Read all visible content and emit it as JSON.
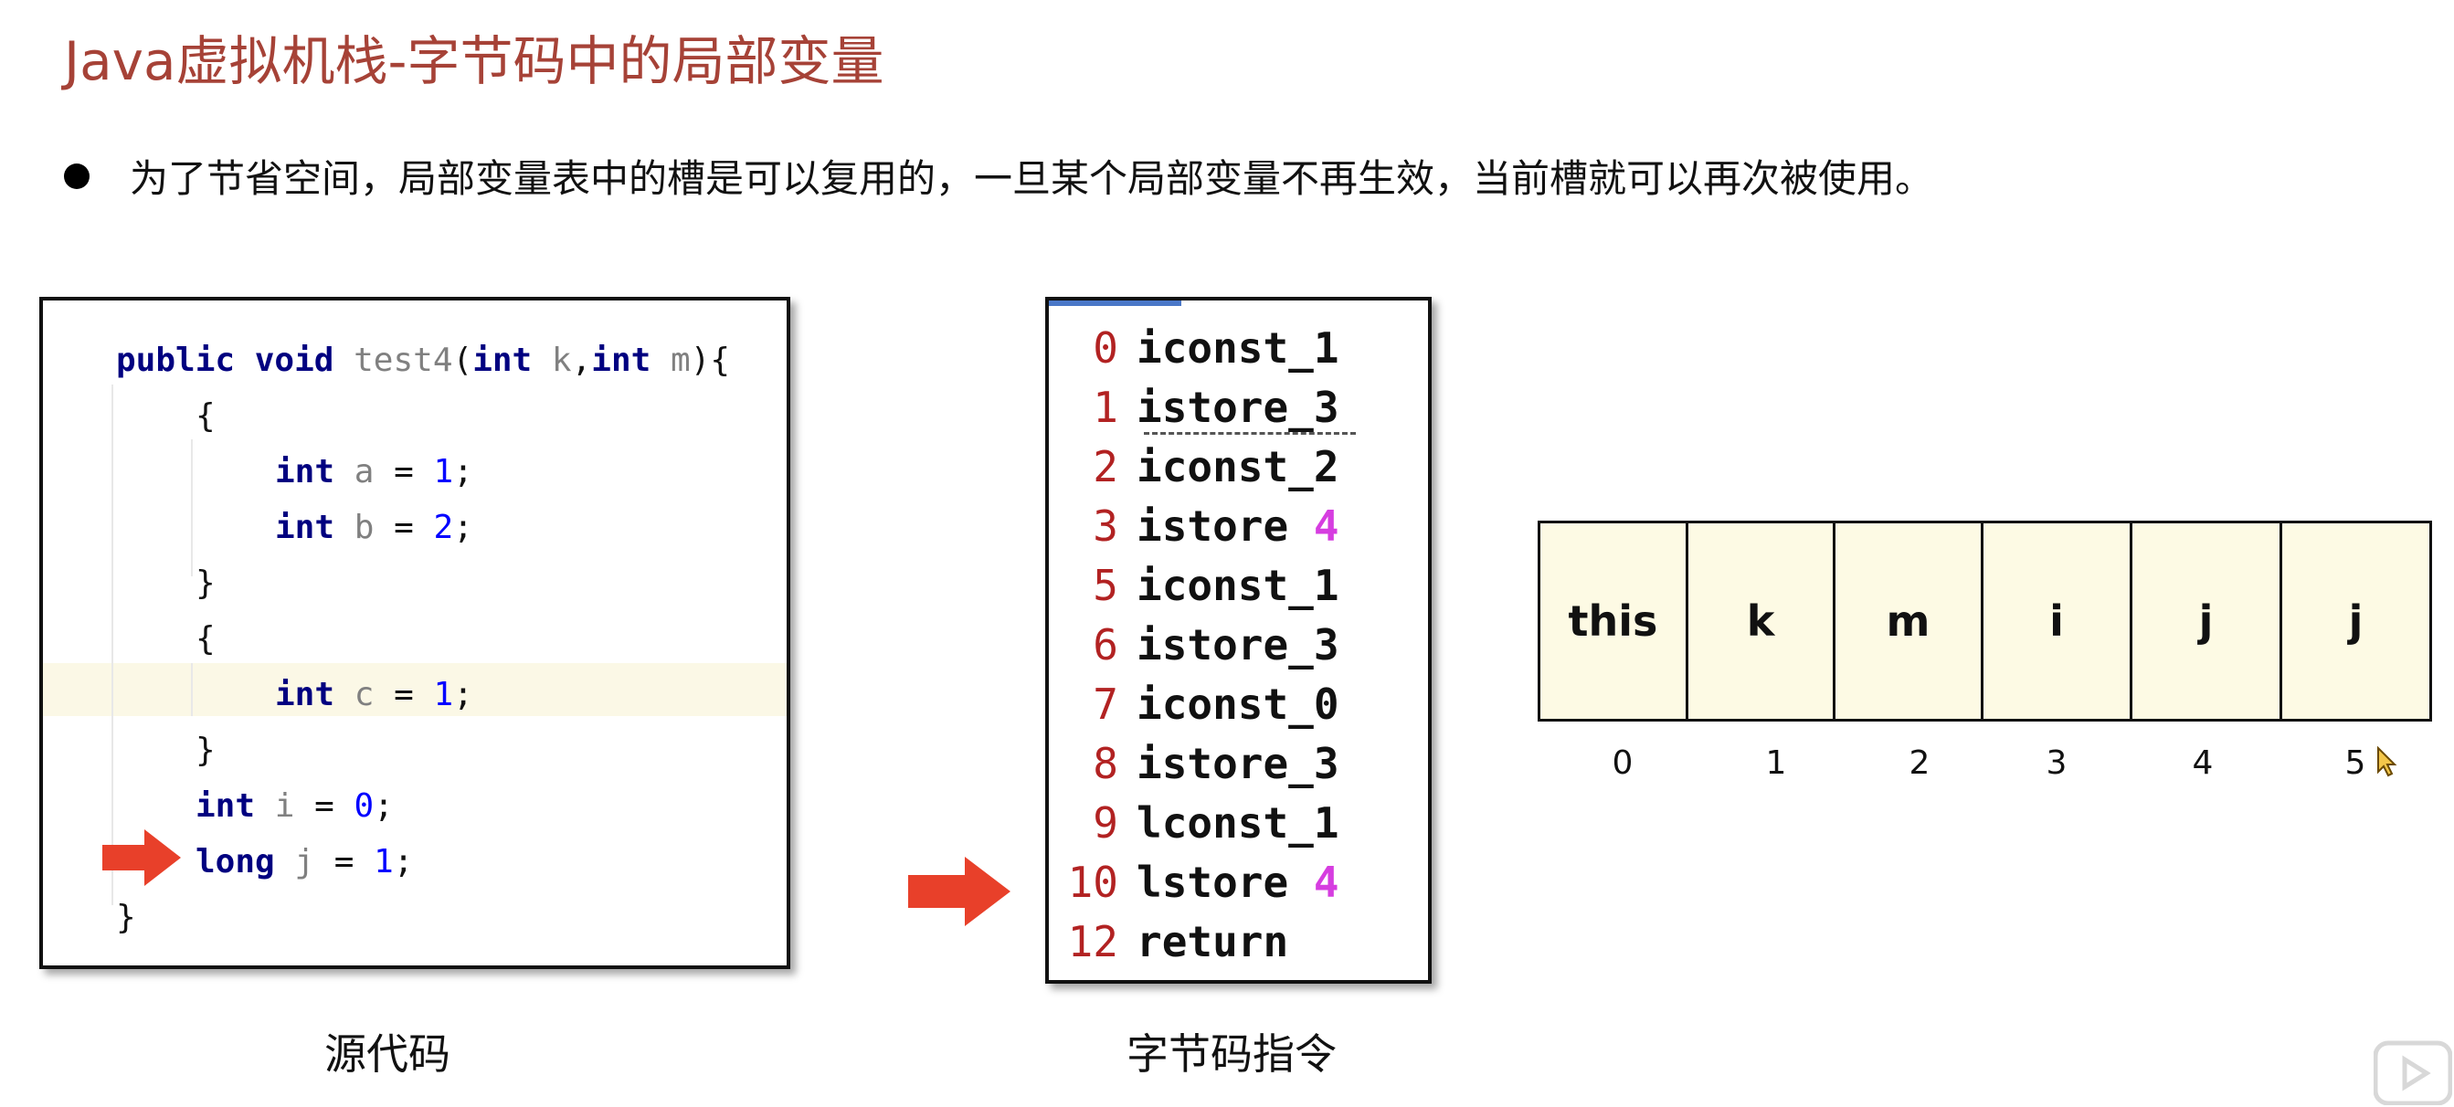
{
  "slide": {
    "title": "Java虚拟机栈-字节码中的局部变量",
    "bullet": "为了节省空间，局部变量表中的槽是可以复用的，一旦某个局部变量不再生效，当前槽就可以再次被使用。"
  },
  "source_code": {
    "caption": "源代码",
    "current_line_index": 9
  },
  "bytecode": {
    "caption": "字节码指令",
    "current_row_index": 9,
    "instructions": [
      {
        "offset": "0",
        "op": "iconst_1",
        "arg": ""
      },
      {
        "offset": "1",
        "op": "istore_3",
        "arg": ""
      },
      {
        "offset": "2",
        "op": "iconst_2",
        "arg": ""
      },
      {
        "offset": "3",
        "op": "istore",
        "arg": "4"
      },
      {
        "offset": "5",
        "op": "iconst_1",
        "arg": ""
      },
      {
        "offset": "6",
        "op": "istore_3",
        "arg": ""
      },
      {
        "offset": "7",
        "op": "iconst_0",
        "arg": ""
      },
      {
        "offset": "8",
        "op": "istore_3",
        "arg": ""
      },
      {
        "offset": "9",
        "op": "lconst_1",
        "arg": ""
      },
      {
        "offset": "10",
        "op": "lstore",
        "arg": "4"
      },
      {
        "offset": "12",
        "op": "return",
        "arg": ""
      }
    ]
  },
  "local_variable_table": {
    "slots": [
      {
        "index": "0",
        "name": "this"
      },
      {
        "index": "1",
        "name": "k"
      },
      {
        "index": "2",
        "name": "m"
      },
      {
        "index": "3",
        "name": "i"
      },
      {
        "index": "4",
        "name": "j"
      },
      {
        "index": "5",
        "name": "j"
      }
    ],
    "cell_color": "#fdfae4"
  },
  "colors": {
    "title": "#a64237",
    "arrow": "#e8402a",
    "keyword": "#000080",
    "number": "#0000ff",
    "bytecode_offset": "#b22222",
    "bytecode_arg": "#d63de0"
  }
}
